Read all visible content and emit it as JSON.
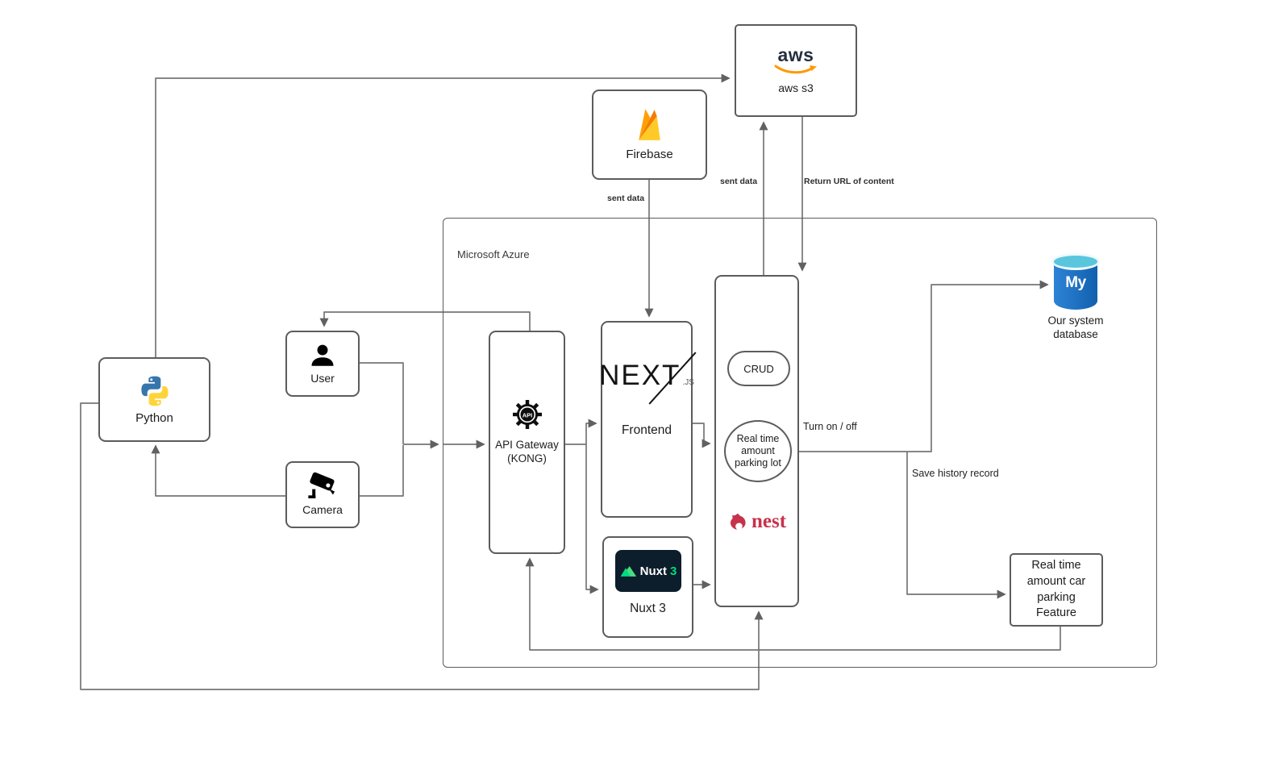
{
  "nodes": {
    "aws_s3": {
      "label": "aws s3",
      "logo_text": "aws"
    },
    "firebase": {
      "label": "Firebase"
    },
    "azure": {
      "label": "Microsoft Azure"
    },
    "python": {
      "label": "Python"
    },
    "user": {
      "label": "User"
    },
    "camera": {
      "label": "Camera"
    },
    "api_gateway": {
      "label": "API Gateway\n(KONG)",
      "icon_text": "API"
    },
    "frontend": {
      "label": "Frontend",
      "logo_text": "NEXT",
      "logo_suffix": ".JS"
    },
    "nuxt3": {
      "label": "Nuxt 3",
      "badge_text": "Nuxt",
      "badge_version": "3"
    },
    "backend": {
      "crud_label": "CRUD",
      "realtime_label": "Real time amount parking lot",
      "logo_text": "nest"
    },
    "database": {
      "label": "Our system\ndatabase",
      "icon_text": "My"
    },
    "feature": {
      "label": "Real time amount car parking Feature"
    }
  },
  "edge_labels": {
    "firebase_sent_data": "sent data",
    "backend_sent_data": "sent data",
    "return_url": "Return URL of content",
    "turn_on_off": "Turn on / off",
    "save_history": "Save history record"
  },
  "colors": {
    "connector": "#757575",
    "box_border": "#5c5c5c",
    "aws_orange": "#ff9900",
    "firebase_yellow": "#FFCA28",
    "nest_red": "#c6334c",
    "nuxt_green": "#00dc82",
    "python_blue": "#3776AB",
    "python_yellow": "#FFD43B",
    "mysql_blue": "#1b6fc0",
    "mysql_cyan": "#5ac6dd"
  }
}
